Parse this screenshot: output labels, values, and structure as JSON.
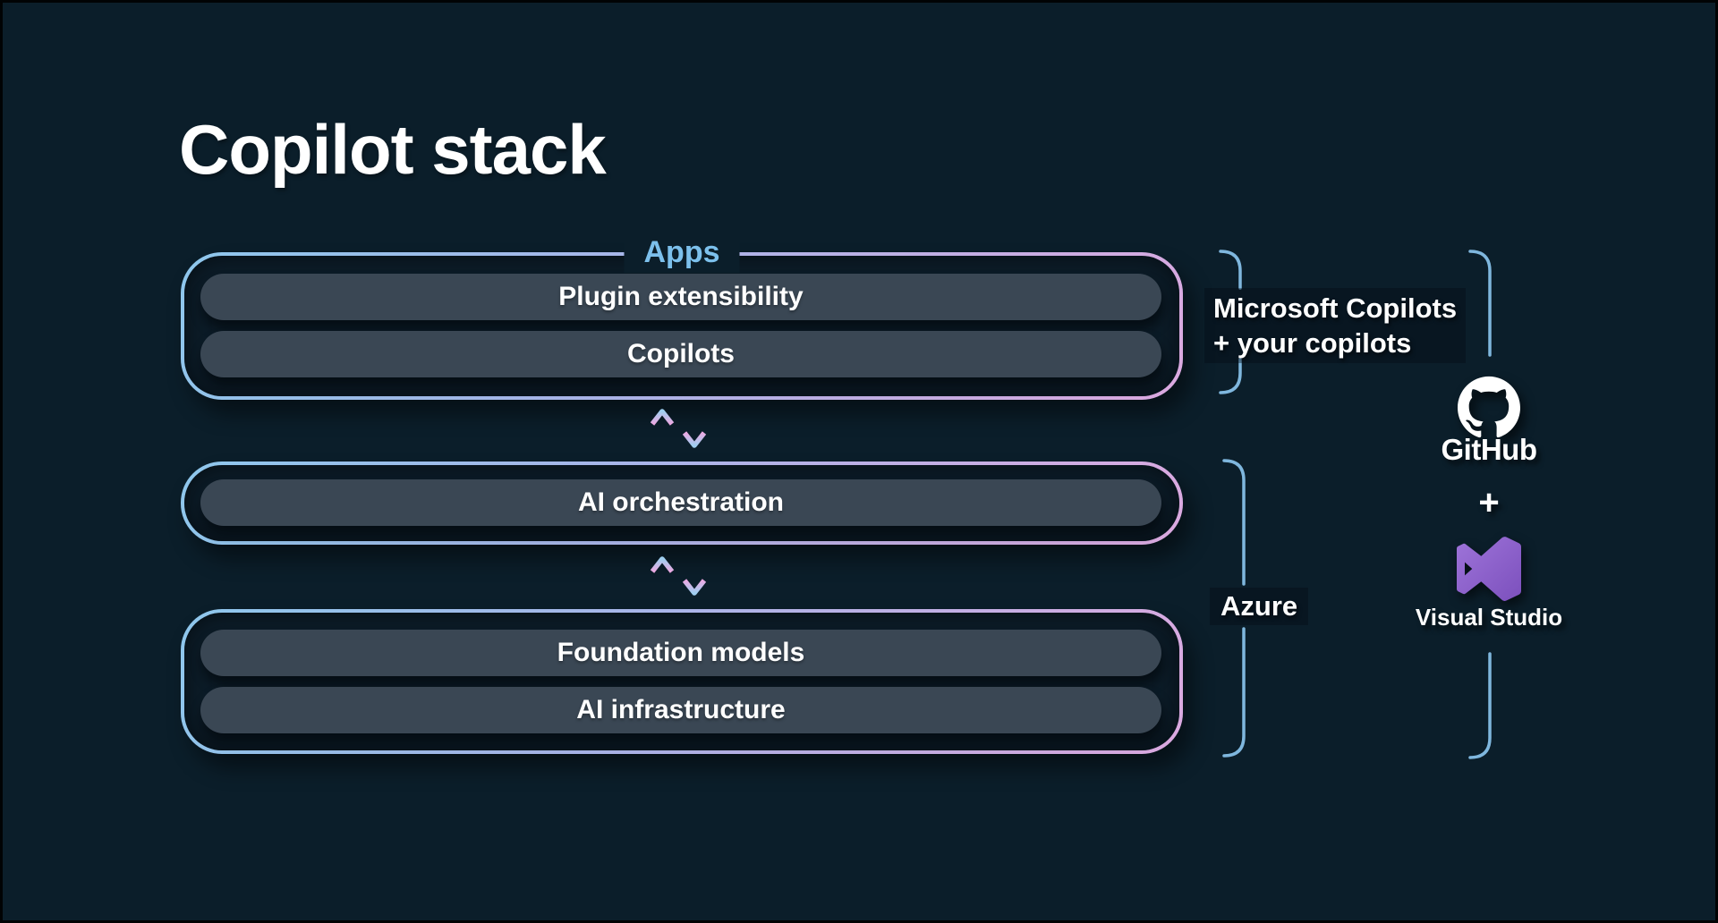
{
  "title": "Copilot stack",
  "stack": {
    "apps_label": "Apps",
    "boxes": [
      {
        "name": "apps-layer",
        "pills": [
          "Plugin extensibility",
          "Copilots"
        ]
      },
      {
        "name": "orchestration-layer",
        "pills": [
          "AI orchestration"
        ]
      },
      {
        "name": "infrastructure-layer",
        "pills": [
          "Foundation models",
          "AI infrastructure"
        ]
      }
    ]
  },
  "annotations": {
    "top_bracket_label_line1": "Microsoft Copilots",
    "top_bracket_label_line2": "+ your copilots",
    "bottom_bracket_label": "Azure",
    "github_label": "GitHub",
    "plus_sign": "+",
    "visual_studio_label": "Visual Studio"
  },
  "icons": {
    "github": "github-logo-icon",
    "visual_studio": "visual-studio-logo-icon",
    "between_layers": [
      "up-arrow-icon",
      "down-arrow-icon"
    ]
  },
  "colors": {
    "background": "#0B1E2A",
    "pill_fill": "#3A4754",
    "border_gradient_start": "#8EC7EC",
    "border_gradient_end": "#DCA9E0",
    "apps_label_blue": "#7CC0EC",
    "bracket_blue": "#7FB7DE",
    "arrow_blue": "#9FCEF0",
    "arrow_pink": "#ECA9E2",
    "vs_purple_light": "#9E74D9",
    "vs_purple_dark": "#7C50BD",
    "text_white": "#FFFFFF"
  }
}
